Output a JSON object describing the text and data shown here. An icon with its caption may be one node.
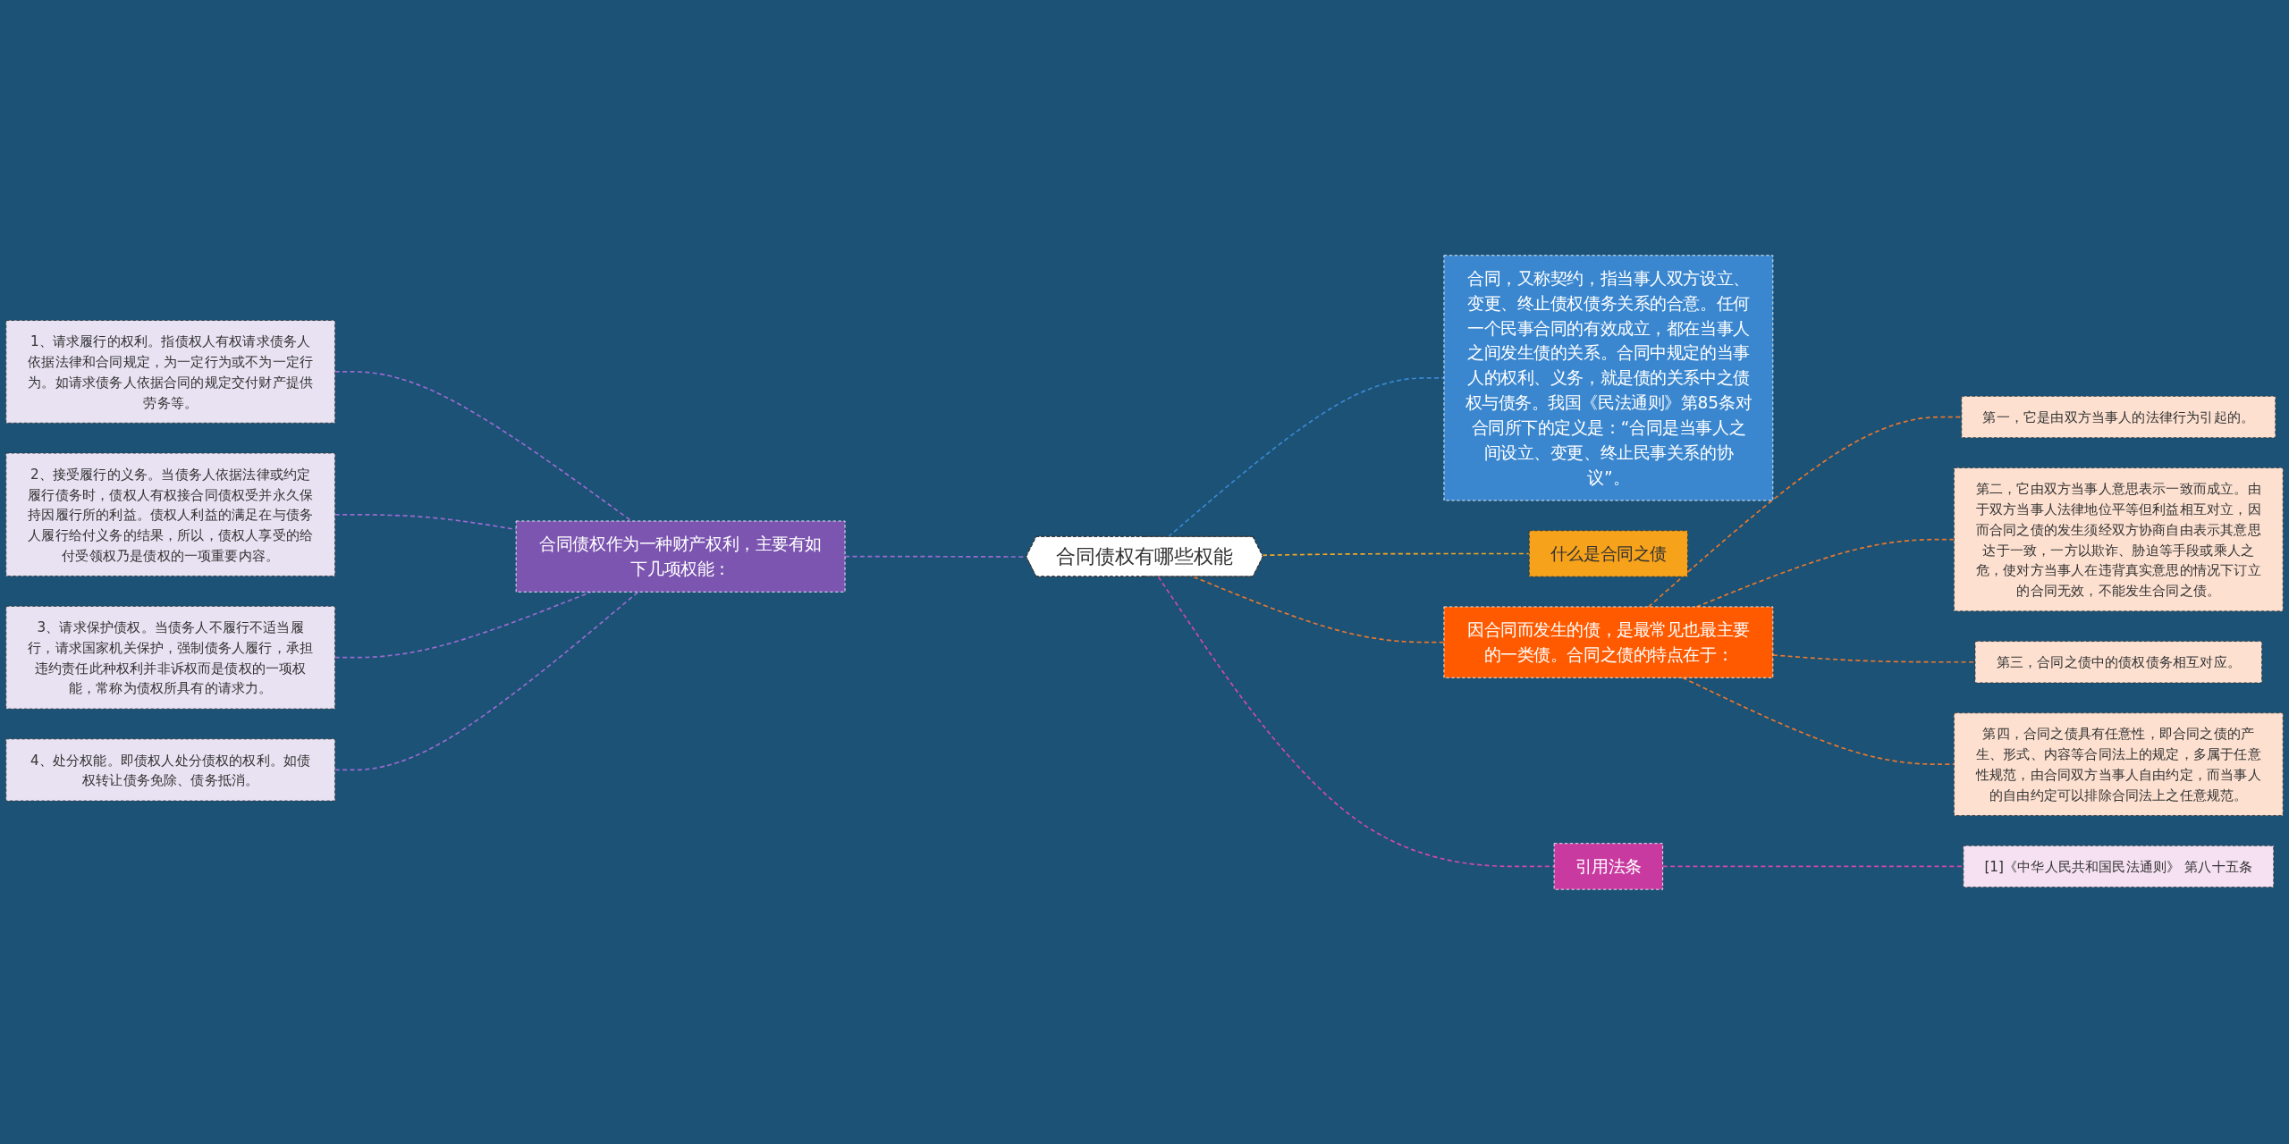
{
  "diagram": {
    "nodes": [
      {
        "text": [
          "合同债权有哪些权能"
        ]
      },
      {
        "text": [
          "合同，又称契约，指当事人双方设立、变更、终止债权债务关系的合意。任何一个民事合同的有效成立，都在当事人之间发生债的关系。合同中规定的当事人的权利、义务，就是债的关系中之债权与债务。我国《民法通则》第85条对合同所下的定义是：“合同是当事人之间设立、变更、终止民事关系的协议”。"
        ]
      },
      {
        "text": [
          "合同债权作为一种财产权利，主要有如下几项权能："
        ]
      },
      {
        "text": [
          "1、请求履行的权利。指债权人有权请求债务人依据法律和合同规定，为一定行为或不为一定行为。如请求债务人依据合同的规定交付财产提供劳务等。"
        ]
      },
      {
        "text": [
          "2、接受履行的义务。当债务人依据法律或约定履行债务时，债权人有权接合同债权受并永久保持因履行所的利益。债权人利益的满足在与债务人履行给付义务的结果，所以，债权人享受的给付受领权乃是债权的一项重要内容。"
        ]
      },
      {
        "text": [
          "3、请求保护债权。当债务人不履行不适当履行，请求国家机关保护，强制债务人履行，承担违约责任此种权利并非诉权而是债权的一项权能，常称为债权所具有的请求力。"
        ]
      },
      {
        "text": [
          "4、处分权能。即债权人处分债权的权利。如债权转让债务免除、债务抵消。"
        ]
      },
      {
        "text": [
          "什么是合同之债"
        ]
      },
      {
        "text": [
          "因合同而发生的债，是最常见也最主要的一类债。合同之债的特点在于："
        ]
      },
      {
        "text": [
          "第一，它是由双方当事人的法律行为引起的。"
        ]
      },
      {
        "text": [
          "第二，它由双方当事人意思表示一致而成立。由于双方当事人法律地位平等但利益相互对立，因而合同之债的发生须经双方协商自由表示其意思达于一致，一方以欺诈、胁迫等手段或乘人之危，使对方当事人在违背真实意思的情况下订立的合同无效，不能发生合同之债。"
        ]
      },
      {
        "text": [
          "第三，合同之债中的债权债务相互对应。"
        ]
      },
      {
        "text": [
          "第四，合同之债具有任意性，即合同之债的产生、形式、内容等合同法上的规定，多属于任意性规范，由合同双方当事人自由约定，而当事人的自由约定可以排除合同法上之任意规范。"
        ]
      },
      {
        "text": [
          "引用法条"
        ]
      },
      {
        "text": [
          "[1]《中华人民共和国民法通则》 第八十五条"
        ]
      }
    ],
    "edges": [
      {
        "from": 0,
        "to": 1,
        "arrow": "none",
        "style": "dashed",
        "color": "#3a87d0"
      },
      {
        "from": 0,
        "to": 2,
        "arrow": "none",
        "style": "dashed",
        "color": "#9a6bd0"
      },
      {
        "from": 2,
        "to": 3,
        "arrow": "none",
        "style": "dashed",
        "color": "#9a6bd0"
      },
      {
        "from": 2,
        "to": 4,
        "arrow": "none",
        "style": "dashed",
        "color": "#9a6bd0"
      },
      {
        "from": 2,
        "to": 5,
        "arrow": "none",
        "style": "dashed",
        "color": "#9a6bd0"
      },
      {
        "from": 2,
        "to": 6,
        "arrow": "none",
        "style": "dashed",
        "color": "#9a6bd0"
      },
      {
        "from": 0,
        "to": 7,
        "arrow": "none",
        "style": "dashed",
        "color": "#f5a623"
      },
      {
        "from": 0,
        "to": 8,
        "arrow": "none",
        "style": "dashed",
        "color": "#e8772e"
      },
      {
        "from": 8,
        "to": 9,
        "arrow": "none",
        "style": "dashed",
        "color": "#e8772e"
      },
      {
        "from": 8,
        "to": 10,
        "arrow": "none",
        "style": "dashed",
        "color": "#e8772e"
      },
      {
        "from": 8,
        "to": 11,
        "arrow": "none",
        "style": "dashed",
        "color": "#e8772e"
      },
      {
        "from": 8,
        "to": 12,
        "arrow": "none",
        "style": "dashed",
        "color": "#e8772e"
      },
      {
        "from": 0,
        "to": 13,
        "arrow": "none",
        "style": "dashed",
        "color": "#d04aa8"
      },
      {
        "from": 13,
        "to": 14,
        "arrow": "none",
        "style": "dashed",
        "color": "#d04aa8"
      }
    ]
  }
}
